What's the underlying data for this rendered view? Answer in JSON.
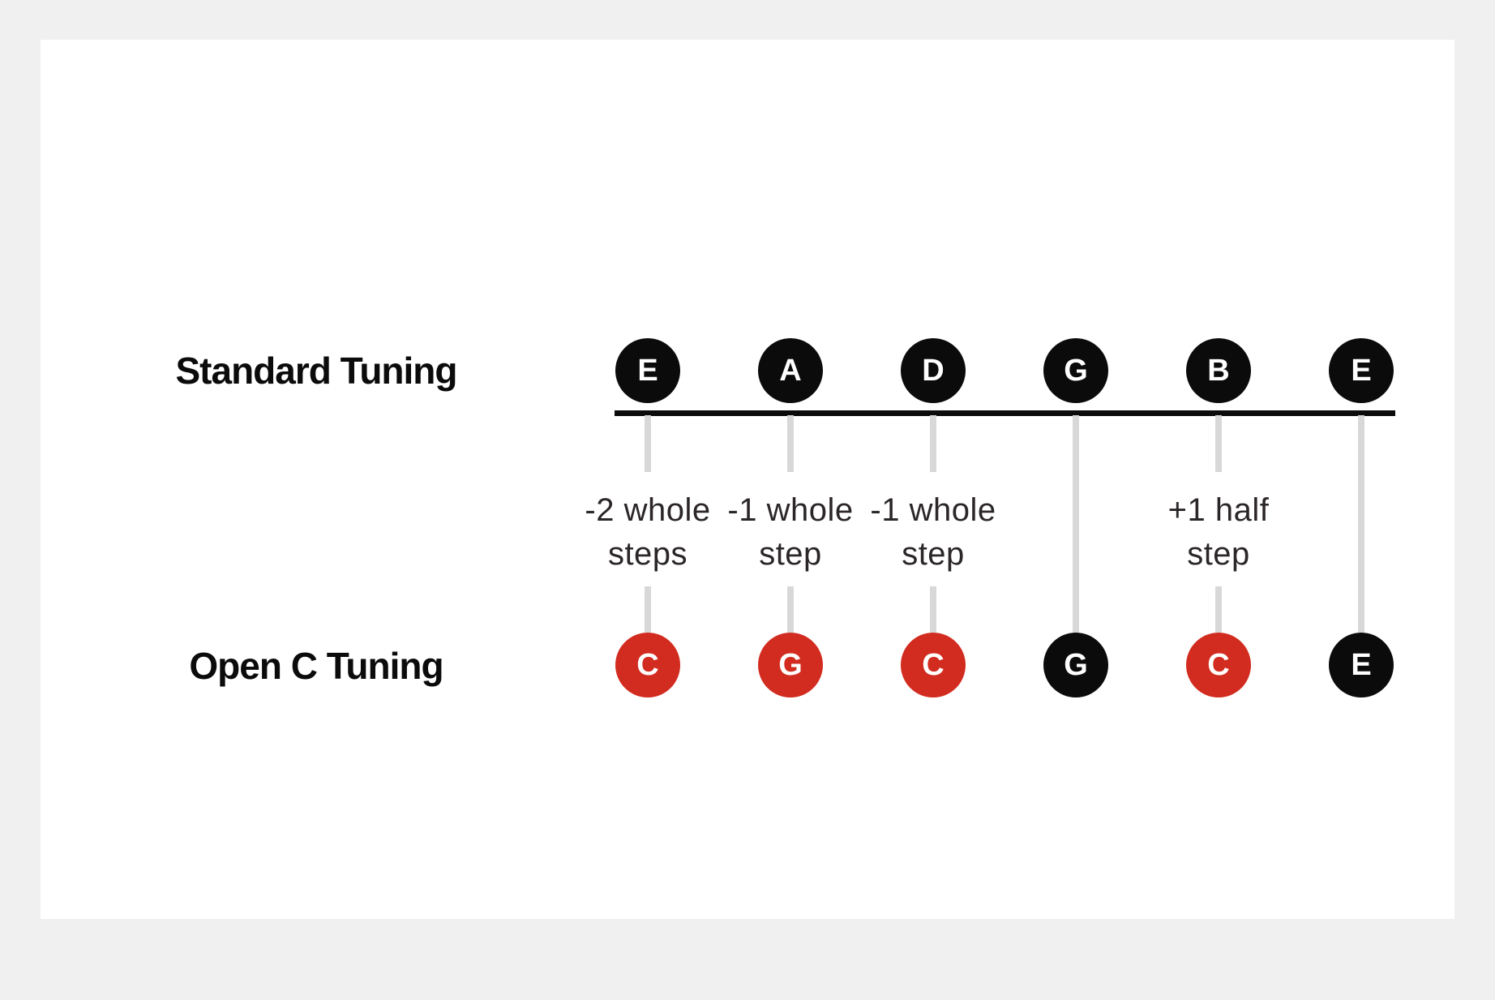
{
  "title_rows": {
    "standard": {
      "label": "Standard Tuning"
    },
    "open": {
      "label": "Open C Tuning"
    }
  },
  "columns": [
    {
      "standard": "E",
      "open": "C",
      "changed": true,
      "change_line1": "-2 whole",
      "change_line2": "steps"
    },
    {
      "standard": "A",
      "open": "G",
      "changed": true,
      "change_line1": "-1 whole",
      "change_line2": "step"
    },
    {
      "standard": "D",
      "open": "C",
      "changed": true,
      "change_line1": "-1 whole",
      "change_line2": "step"
    },
    {
      "standard": "G",
      "open": "G",
      "changed": false,
      "change_line1": "",
      "change_line2": ""
    },
    {
      "standard": "B",
      "open": "C",
      "changed": true,
      "change_line1": "+1 half",
      "change_line2": "step"
    },
    {
      "standard": "E",
      "open": "E",
      "changed": false,
      "change_line1": "",
      "change_line2": ""
    }
  ],
  "colors": {
    "background": "#f0f0f0",
    "card": "#ffffff",
    "ink": "#0b0b0b",
    "changed_note": "#d22b1f",
    "tick": "#d8d8d8",
    "change_label_text": "#2b2627"
  }
}
